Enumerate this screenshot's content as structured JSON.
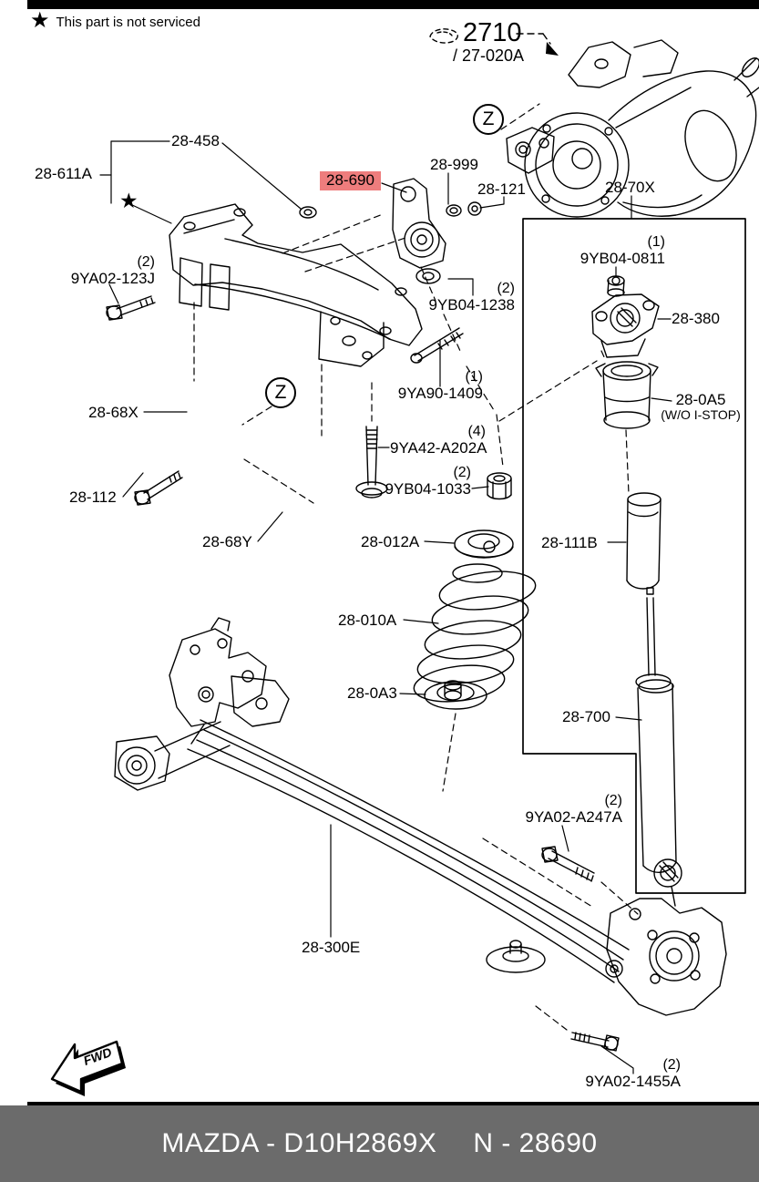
{
  "header": {
    "note": "This part is not serviced"
  },
  "symbols": {
    "star": "★"
  },
  "reference": {
    "number": "2710",
    "subnumber": "/ 27-020A"
  },
  "view_markers": {
    "z1": "Z",
    "z2": "Z"
  },
  "direction_marker": "FWD",
  "parts": {
    "28-611A": {
      "label": "28-611A"
    },
    "28-458": {
      "label": "28-458"
    },
    "28-690": {
      "label": "28-690",
      "highlighted": true
    },
    "28-999": {
      "label": "28-999"
    },
    "28-121": {
      "label": "28-121"
    },
    "28-70X": {
      "label": "28-70X"
    },
    "9YA02-123J": {
      "qty": "(2)",
      "label": "9YA02-123J"
    },
    "9YB04-0811": {
      "qty": "(1)",
      "label": "9YB04-0811"
    },
    "9YB04-1238": {
      "qty": "(2)",
      "label": "9YB04-1238"
    },
    "28-380": {
      "label": "28-380"
    },
    "9YA90-1409": {
      "qty": "(1)",
      "label": "9YA90-1409"
    },
    "28-68X": {
      "label": "28-68X"
    },
    "28-0A5": {
      "label": "28-0A5",
      "note": "(W/O I-STOP)"
    },
    "9YA42-A202A": {
      "qty": "(4)",
      "label": "9YA42-A202A"
    },
    "28-112": {
      "label": "28-112"
    },
    "9YB04-1033": {
      "qty": "(2)",
      "label": "9YB04-1033"
    },
    "28-68Y": {
      "label": "28-68Y"
    },
    "28-012A": {
      "label": "28-012A"
    },
    "28-111B": {
      "label": "28-111B"
    },
    "28-010A": {
      "label": "28-010A"
    },
    "28-0A3": {
      "label": "28-0A3"
    },
    "28-700": {
      "label": "28-700"
    },
    "9YA02-A247A": {
      "qty": "(2)",
      "label": "9YA02-A247A"
    },
    "28-300E": {
      "label": "28-300E"
    },
    "9YA02-1455A": {
      "qty": "(2)",
      "label": "9YA02-1455A"
    }
  },
  "footer": {
    "catalog_code": "MAZDA - D10H2869X",
    "part_number": "N - 28690"
  },
  "colors": {
    "highlight_bg": "#ee7d7d",
    "footer_bg": "#6b6b6b",
    "line": "#000000"
  },
  "icons": {
    "ref_icon": "clip-icon",
    "fwd_icon": "fwd-arrow-icon",
    "star_icon": "star-icon"
  }
}
